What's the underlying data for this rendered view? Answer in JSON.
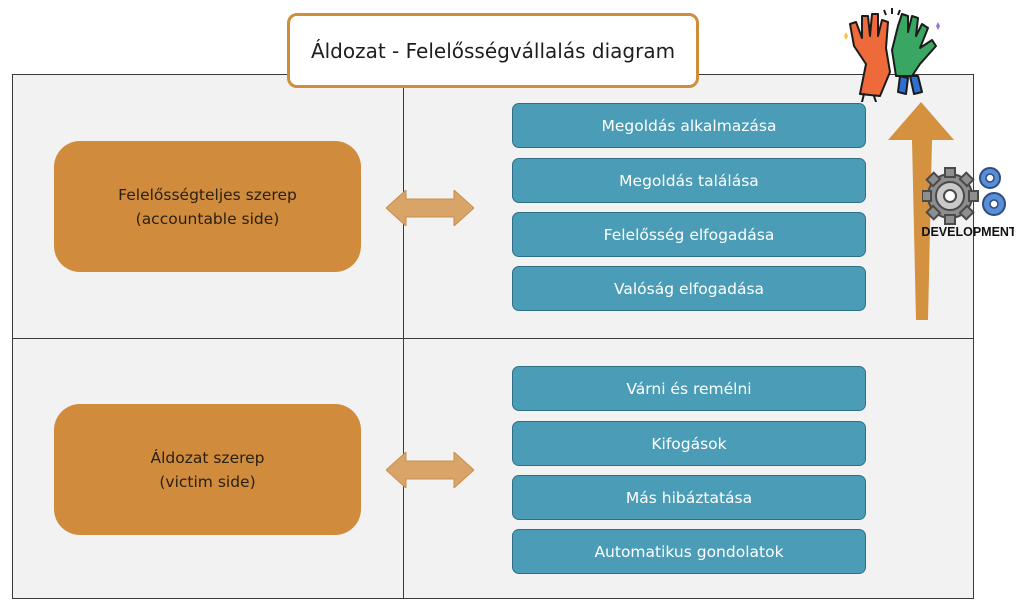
{
  "title": "Áldozat - Felelősségvállalás diagram",
  "roles": {
    "accountable": {
      "line1": "Felelősségteljes szerep",
      "line2": "(accountable side)"
    },
    "victim": {
      "line1": "Áldozat szerep",
      "line2": "(victim side)"
    }
  },
  "accountable_steps": [
    "Megoldás alkalmazása",
    "Megoldás találása",
    "Felelősség elfogadása",
    "Valóság elfogadása"
  ],
  "victim_steps": [
    "Várni és remélni",
    "Kifogások",
    "Más hibáztatása",
    "Automatikus gondolatok"
  ],
  "development_label": "DEVELOPMENT",
  "colors": {
    "role_fill": "#d08c3c",
    "step_fill": "#4b9db7",
    "arrow_fill": "#d9a467",
    "up_arrow_fill": "#d4913f",
    "title_border": "#d18d3b",
    "panel_bg": "#f3f2f2"
  }
}
